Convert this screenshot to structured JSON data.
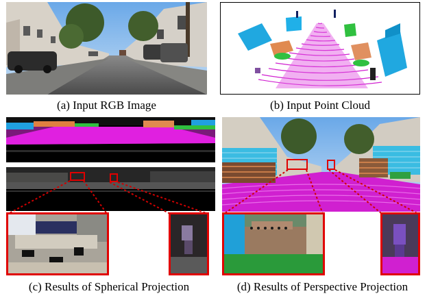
{
  "captions": {
    "a": "(a) Input RGB Image",
    "b": "(b) Input Point Cloud",
    "c": "(c) Results of Spherical Projection",
    "d": "(d) Results of Perspective Projection"
  },
  "colors": {
    "road_magenta": "#e020e0",
    "sidewalk_pink": "#f070f0",
    "car_cyan": "#20b0e0",
    "vegetation_green": "#30c040",
    "building_orange": "#e08040",
    "highlight_red": "#e00000"
  }
}
